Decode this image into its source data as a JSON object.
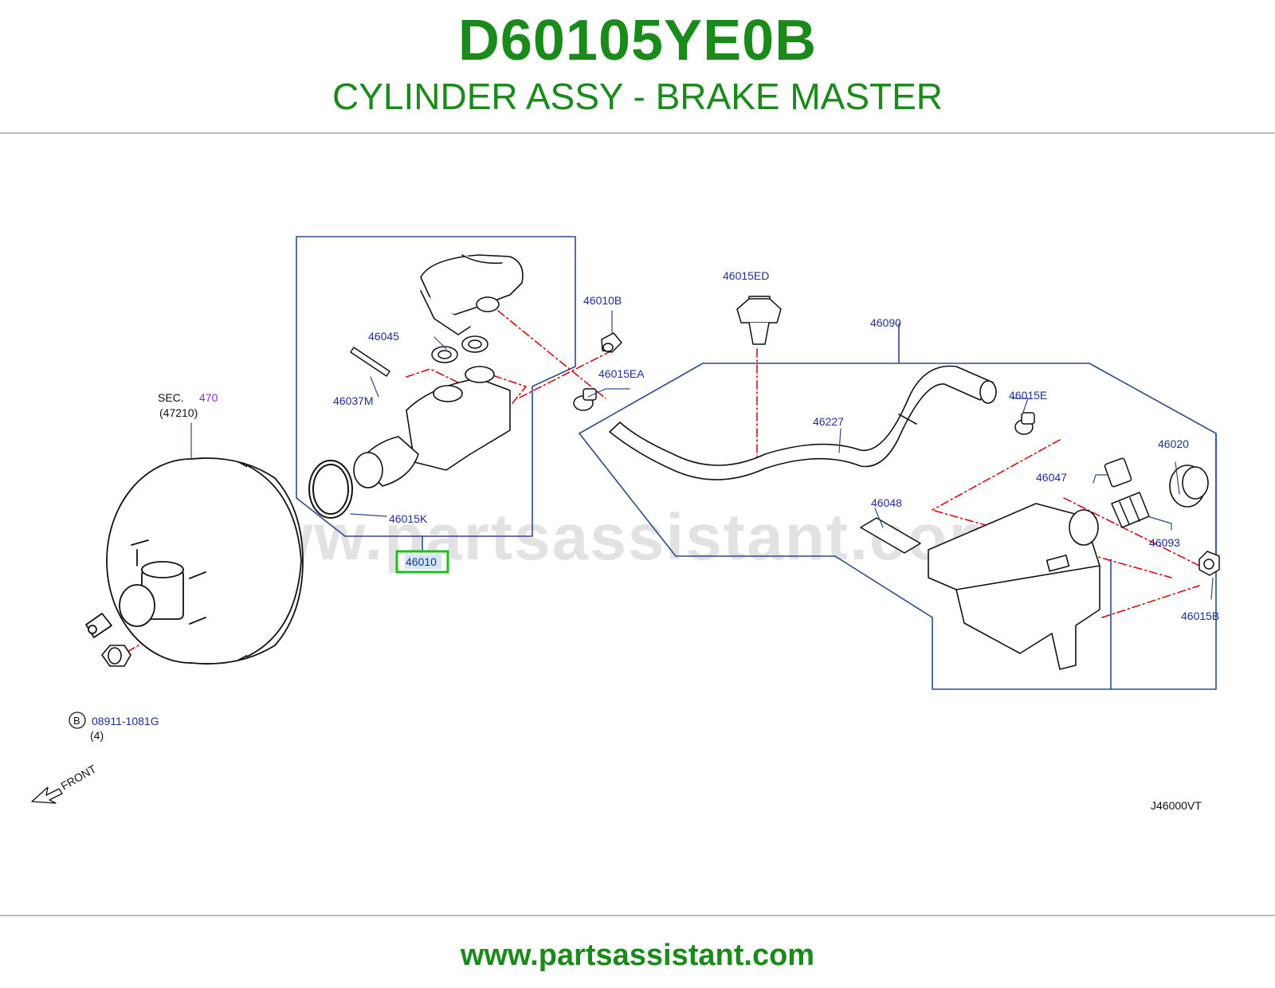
{
  "header": {
    "part_number": "D60105YE0B",
    "part_name": "CYLINDER ASSY - BRAKE MASTER"
  },
  "diagram": {
    "watermark": "www.partsassistant.com",
    "sec_prefix": "SEC.",
    "sec_number": "470",
    "sec_sub": "(47210)",
    "labels": {
      "p46010": "46010",
      "p46010B": "46010B",
      "p46015ED": "46015ED",
      "p46090": "46090",
      "p46045": "46045",
      "p46015EA": "46015EA",
      "p46037M": "46037M",
      "p46015E": "46015E",
      "p46227": "46227",
      "p46020": "46020",
      "p46047": "46047",
      "p46048": "46048",
      "p46015K": "46015K",
      "p46093": "46093",
      "p46015B": "46015B",
      "bolt": "08911-1081G",
      "bolt_qty": "(4)",
      "bolt_marker": "B"
    },
    "front_label": "FRONT",
    "drawing_code": "J46000VT",
    "highlighted_part": "46010",
    "colors": {
      "accent_green": "#1a8a1a",
      "label_blue": "#1f2f9a",
      "leader_red": "#d40000",
      "sec_purple": "#8a2be2"
    }
  },
  "footer": {
    "url": "www.partsassistant.com"
  }
}
